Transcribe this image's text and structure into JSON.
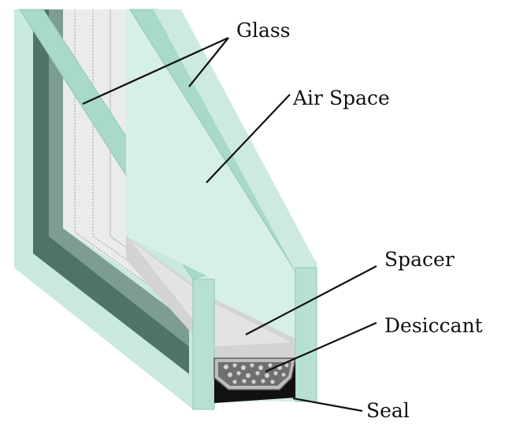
{
  "labels": {
    "glass": "Glass",
    "air_space": "Air Space",
    "spacer": "Spacer",
    "desiccant": "Desiccant",
    "seal": "Seal"
  },
  "colors": {
    "glass_face": "#c4e6dc",
    "glass_edge": "#9fd4c5",
    "glass_edge_dark": "#86c2b2",
    "frame_dark": "#4a6e62",
    "frame_mid": "#6b8d81",
    "spacer_gray": "#d9d9d9",
    "desiccant_fill": "#6e6e6e",
    "seal": "#111111",
    "leader_line": "#111111"
  }
}
